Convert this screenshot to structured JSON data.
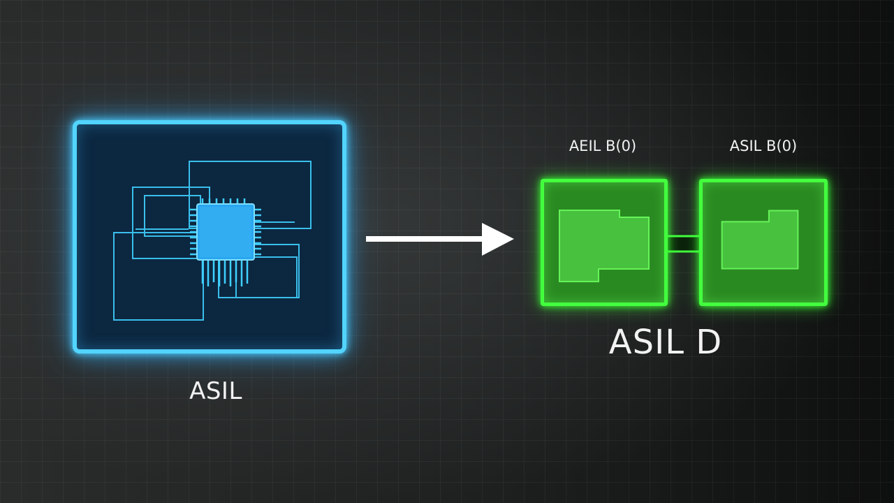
{
  "left_block": {
    "label": "ASIL",
    "color": "#52d4ff"
  },
  "right_block": {
    "left_label": "AEIL B(0)",
    "right_label": "ASIL B(0)",
    "bottom_label": "ASIL D",
    "color": "#43ff3e"
  },
  "arrow": {
    "color": "#ffffff"
  }
}
